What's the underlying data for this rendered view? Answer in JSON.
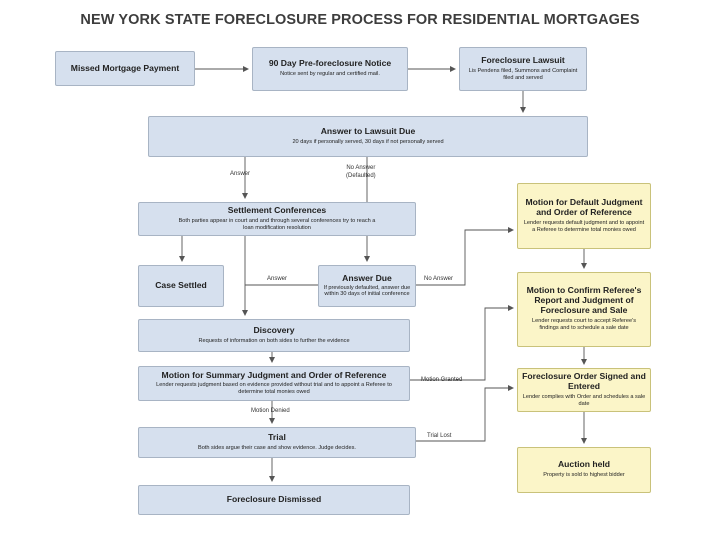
{
  "title": "NEW YORK STATE FORECLOSURE PROCESS FOR RESIDENTIAL MORTGAGES",
  "nodes": {
    "missed": {
      "title": "Missed Mortgage Payment"
    },
    "notice": {
      "title": "90 Day Pre-foreclosure Notice",
      "desc": "Notice sent by regular and certified mail."
    },
    "lawsuit": {
      "title": "Foreclosure Lawsuit",
      "desc": "Lis Pendens filed, Summons and Complaint filed and served"
    },
    "answer_due": {
      "title": "Answer to Lawsuit Due",
      "desc": "20 days if personally served, 30 days if not personally served"
    },
    "settlement": {
      "title": "Settlement Conferences",
      "desc": "Both parties appear in court and and through several conferences try to reach a loan modification resolution"
    },
    "settled": {
      "title": "Case Settled"
    },
    "answer_due2": {
      "title": "Answer Due",
      "desc": "If previously defaulted, answer due within 30 days of initial conference"
    },
    "discovery": {
      "title": "Discovery",
      "desc": "Requests of information on both sides to further the evidence"
    },
    "summary": {
      "title": "Motion for Summary Judgment and Order of Reference",
      "desc": "Lender requests judgment based on evidence provided without trial and to appoint a Referee to determine total monies owed"
    },
    "trial": {
      "title": "Trial",
      "desc": "Both sides argue their case and show evidence. Judge decides."
    },
    "dismissed": {
      "title": "Foreclosure Dismissed"
    },
    "default_judgment": {
      "title": "Motion for Default Judgment and Order of Reference",
      "desc": "Lender requests default judgment and to appoint a Referee to determine total monies owed"
    },
    "confirm": {
      "title": "Motion to Confirm Referee's Report and Judgment of Foreclosure and Sale",
      "desc": "Lender requests court to accept Referee's findings and to schedule a sale date"
    },
    "order": {
      "title": "Foreclosure Order Signed and Entered",
      "desc": "Lender complies with Order and schedules a sale date"
    },
    "auction": {
      "title": "Auction held",
      "desc": "Property is sold to highest bidder"
    }
  },
  "labels": {
    "answer": "Answer",
    "no_answer": "No Answer",
    "defaulted": "(Defaulted)",
    "answer2": "Answer",
    "no_answer2": "No Answer",
    "motion_granted": "Motion Granted",
    "motion_denied": "Motion Denied",
    "trial_lost": "Trial Lost"
  },
  "colors": {
    "step_fill": "#d6e0ee",
    "lender_fill": "#fbf5c8",
    "connector": "#555555"
  }
}
